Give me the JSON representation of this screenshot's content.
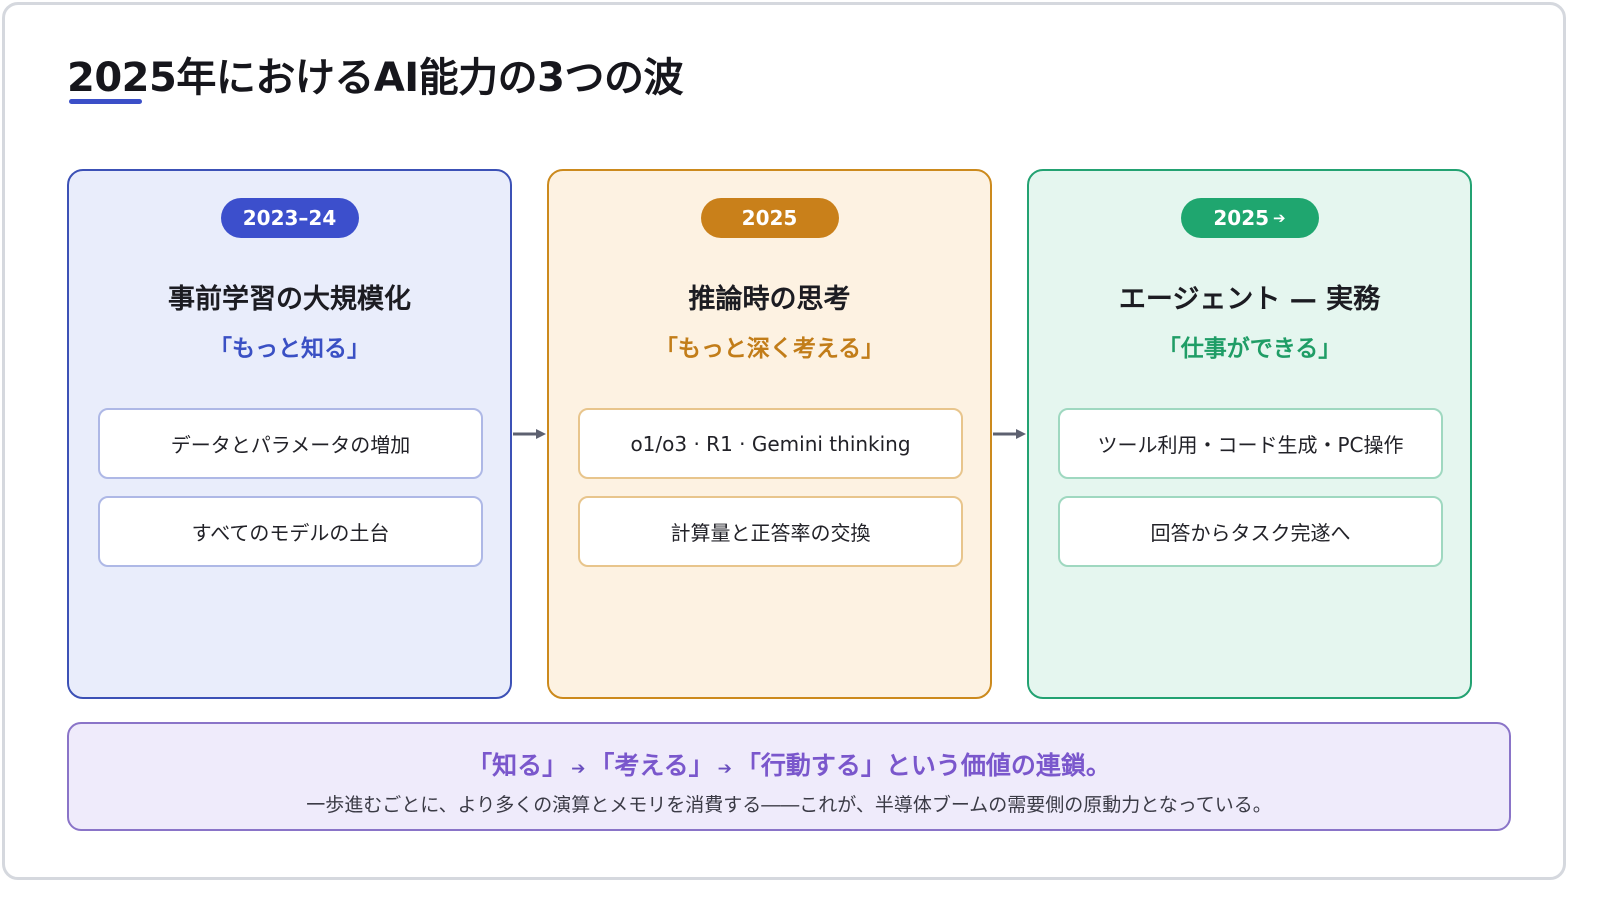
{
  "title": "2025年におけるAI能力の3つの波",
  "colors": {
    "accent": "#3b4fc8",
    "wave1": "#3c4fcc",
    "wave2": "#c9801a",
    "wave3": "#1fa66f",
    "summary": "#7a57cc"
  },
  "waves": [
    {
      "badge": "2023–24",
      "title": "事前学習の大規模化",
      "tagline": "「もっと知る」",
      "points": [
        "データとパラメータの増加",
        "すべてのモデルの土台"
      ]
    },
    {
      "badge": "2025",
      "title": "推論時の思考",
      "tagline": "「もっと深く考える」",
      "points": [
        "o1/o3 · R1 · Gemini thinking",
        "計算量と正答率の交換"
      ]
    },
    {
      "badge": "2025",
      "badge_icon": "arrow-right-icon",
      "title": "エージェント — 実務",
      "tagline": "「仕事ができる」",
      "points": [
        "ツール利用・コード生成・PC操作",
        "回答からタスク完遂へ"
      ]
    }
  ],
  "summary": {
    "step1": "「知る」",
    "step2": "「考える」",
    "step3": "「行動する」",
    "suffix": "という価値の連鎖。",
    "body": "一歩進むごとに、より多くの演算とメモリを消費する――これが、半導体ブームの需要側の原動力となっている。"
  }
}
